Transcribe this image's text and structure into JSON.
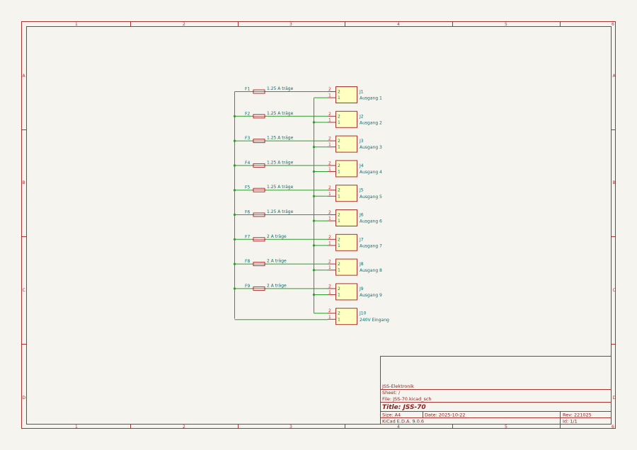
{
  "sheet": {
    "columns": [
      "1",
      "2",
      "3",
      "4",
      "5",
      "6"
    ],
    "rows": [
      "A",
      "B",
      "C",
      "D"
    ]
  },
  "colors": {
    "wire": "#2a9d2a",
    "frame": "#a83232",
    "body": "#ffffc2",
    "label": "#0c6e72"
  },
  "fuses": [
    {
      "ref": "F1",
      "value": "1.25 A träge"
    },
    {
      "ref": "F2",
      "value": "1.25 A träge"
    },
    {
      "ref": "F3",
      "value": "1.25 A träge"
    },
    {
      "ref": "F4",
      "value": "1.25 A träge"
    },
    {
      "ref": "F5",
      "value": "1.25 A träge"
    },
    {
      "ref": "F6",
      "value": "1.25 A träge"
    },
    {
      "ref": "F7",
      "value": "2 A träge"
    },
    {
      "ref": "F8",
      "value": "2 A träge"
    },
    {
      "ref": "F9",
      "value": "2 A träge"
    }
  ],
  "connectors": [
    {
      "ref": "J1",
      "value": "Ausgang 1",
      "pins": [
        "2",
        "1"
      ]
    },
    {
      "ref": "J2",
      "value": "Ausgang 2",
      "pins": [
        "2",
        "1"
      ]
    },
    {
      "ref": "J3",
      "value": "Ausgang 3",
      "pins": [
        "2",
        "1"
      ]
    },
    {
      "ref": "J4",
      "value": "Ausgang 4",
      "pins": [
        "2",
        "1"
      ]
    },
    {
      "ref": "J5",
      "value": "Ausgang 5",
      "pins": [
        "2",
        "1"
      ]
    },
    {
      "ref": "J6",
      "value": "Ausgang 6",
      "pins": [
        "2",
        "1"
      ]
    },
    {
      "ref": "J7",
      "value": "Ausgang 7",
      "pins": [
        "2",
        "1"
      ]
    },
    {
      "ref": "J8",
      "value": "Ausgang 8",
      "pins": [
        "2",
        "1"
      ]
    },
    {
      "ref": "J9",
      "value": "Ausgang 9",
      "pins": [
        "2",
        "1"
      ]
    },
    {
      "ref": "J10",
      "value": "240V Eingang",
      "pins": [
        "2",
        "1"
      ]
    }
  ],
  "title_block": {
    "company": "JSS-Elektronik",
    "sheet": "Sheet: /",
    "file": "File: JSS-70.kicad_sch",
    "title": "Title: JSS-70",
    "size": "Size: A4",
    "date": "Date: 2025-10-22",
    "rev": "Rev: 221025",
    "tool": "KiCad E.D.A. 9.0.6",
    "id": "Id: 1/1"
  }
}
